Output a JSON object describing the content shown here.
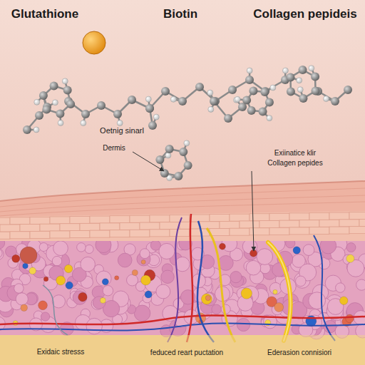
{
  "diagram": {
    "labels": [
      "Glutathione",
      "Biotin",
      "Collagen pepideis",
      "Oetnig sinarl",
      "Dermis",
      "Exiinatice klir",
      "Collagen pepides",
      "Exidaic stresss",
      "feduced reart puctation",
      "Ederasion connisiori"
    ]
  }
}
